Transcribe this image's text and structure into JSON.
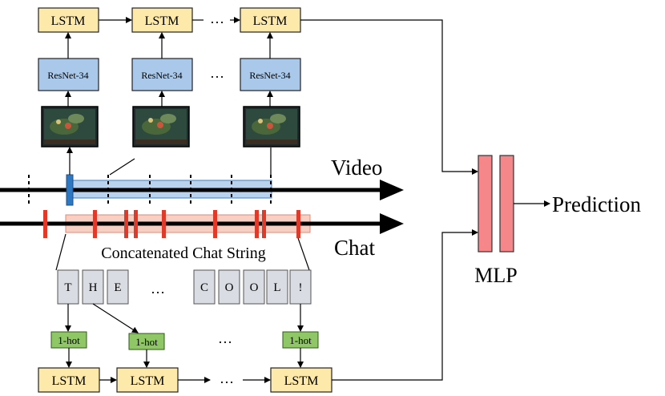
{
  "labels": {
    "lstm": "LSTM",
    "resnet": "ResNet-34",
    "onehot": "1-hot",
    "video": "Video",
    "chat": "Chat",
    "concat": "Concatenated Chat String",
    "mlp": "MLP",
    "prediction": "Prediction",
    "ellipsis": "…"
  },
  "chars_left": [
    "T",
    "H",
    "E"
  ],
  "chars_right": [
    "C",
    "O",
    "O",
    "L",
    "!"
  ],
  "colors": {
    "lstm_fill": "#fde9a9",
    "resnet_fill": "#a9c8ea",
    "onehot_fill": "#8fc766",
    "char_fill": "#d9dce2",
    "mlp_fill": "#f5878a",
    "video_window": "#b9d3ee",
    "chat_window": "#f8cfc3",
    "video_marker": "#2e78c2",
    "chat_tick": "#e03a2a"
  }
}
